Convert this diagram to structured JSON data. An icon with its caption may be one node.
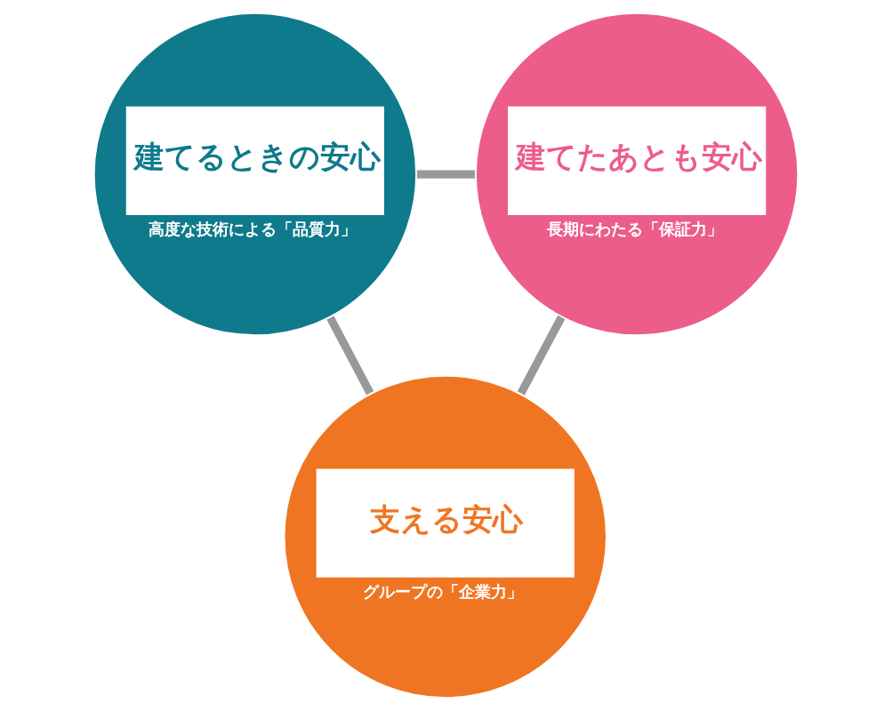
{
  "diagram": {
    "nodes": [
      {
        "text": [
          "建てるときの安心",
          "高度な技術による「品質力」"
        ]
      },
      {
        "text": [
          "建てたあとも安心",
          "長期にわたる「保証力」"
        ]
      },
      {
        "text": [
          "支える安心",
          "グループの「企業力」"
        ]
      }
    ],
    "edges": [
      {
        "from": 0,
        "to": 1,
        "arrow": "none"
      },
      {
        "from": 0,
        "to": 2,
        "arrow": "none"
      },
      {
        "from": 1,
        "to": 2,
        "arrow": "none"
      }
    ]
  }
}
